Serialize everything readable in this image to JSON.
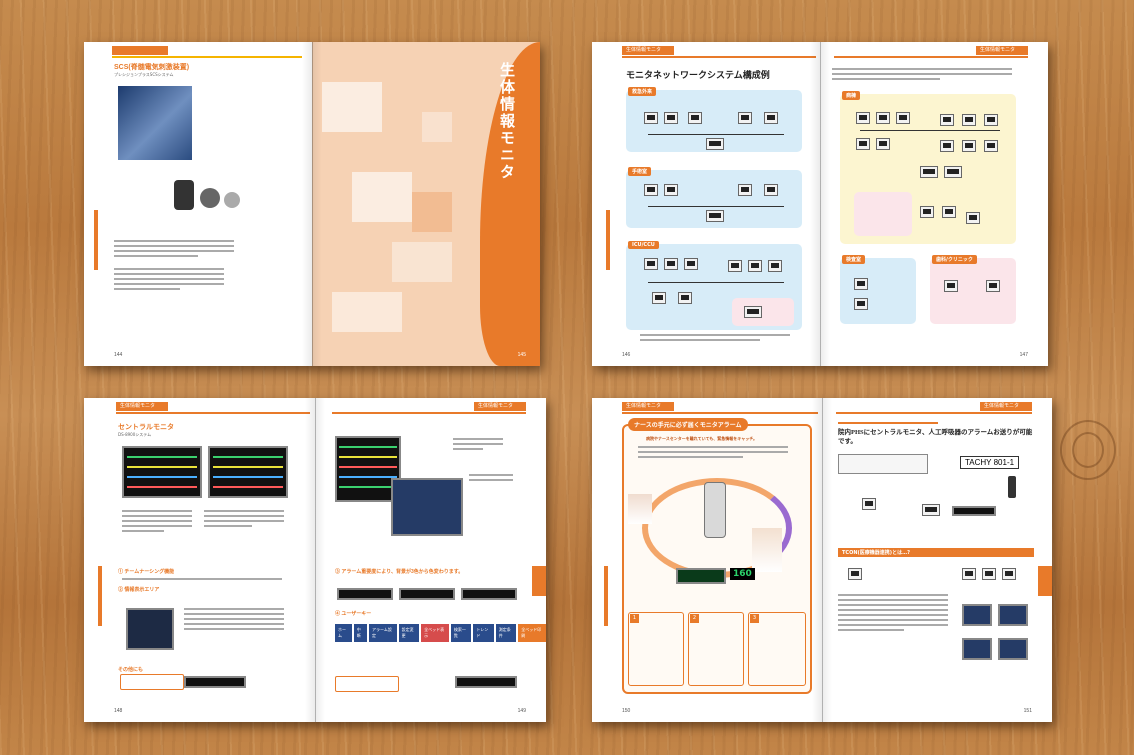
{
  "spread1": {
    "left": {
      "header": "",
      "product_title": "SCS(脊髄電気刺激装置)",
      "product_subtitle": "プレシジョンプラスSCSシステム",
      "page_number": "144"
    },
    "right": {
      "section_title": "生体情報モニタ",
      "page_number": "145"
    }
  },
  "spread2": {
    "left": {
      "header": "生体情報モニタ",
      "title": "モニタネットワークシステム構成例",
      "zones": [
        "救急外来",
        "手術室",
        "ICU/CCU"
      ],
      "page_number": "146"
    },
    "right": {
      "header": "生体情報モニタ",
      "zones": [
        "病棟",
        "検査室",
        "歯科/クリニック"
      ],
      "page_number": "147"
    }
  },
  "spread3": {
    "left": {
      "header": "生体情報モニタ",
      "title": "セントラルモニタ",
      "subtitle": "DS-8900システム",
      "sections": [
        "① チームナーシング機能",
        "② 情報表示エリア",
        "その他にも"
      ],
      "page_number": "148"
    },
    "right": {
      "header": "生体情報モニタ",
      "sections": [
        "③ アラーム重要度により、背景が3色から色変わります。",
        "④ ユーザーキー"
      ],
      "keys": [
        "ホーム",
        "中断",
        "アラーム設定",
        "設定変更",
        "全ベッド表示",
        "検索一覧",
        "トレンド",
        "測定条件",
        "全ベッド印刷"
      ],
      "page_number": "149"
    }
  },
  "spread4": {
    "left": {
      "header": "生体情報モニタ",
      "banner": "ナースの手元に必ず届くモニタアラーム",
      "intro": "病院やナースセンターを離れていても、緊急情報をキャッチ。",
      "badges": [
        "1",
        "2",
        "3"
      ],
      "readout": "160",
      "page_number": "150"
    },
    "right": {
      "header": "生体情報モニタ",
      "heading": "院内PHSにセントラルモニタ、人工呼吸器のアラームお送りが可能です。",
      "device_label": "TACHY 801-1",
      "section": "TCON(医療機器連携)とは…?",
      "page_number": "151"
    }
  },
  "colors": {
    "accent": "#e87a2a",
    "wood": "#c28548",
    "zone_blue": "#d7ecf8",
    "zone_yellow": "#fcf5d0",
    "zone_pink": "#fbe5ea"
  }
}
